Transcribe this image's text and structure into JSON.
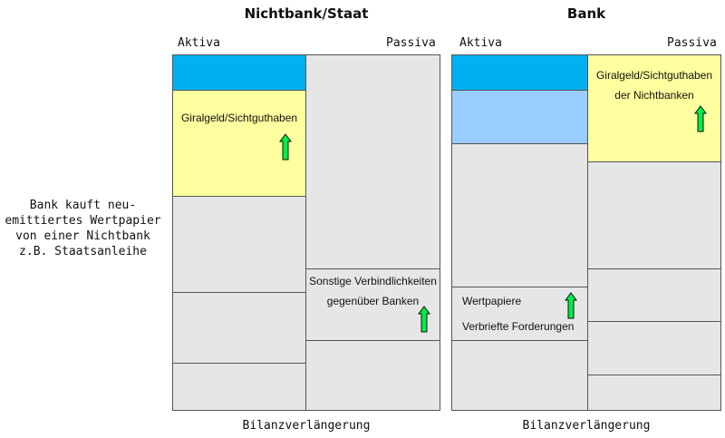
{
  "left": {
    "title": "Nichtbank/Staat",
    "aktiva_label": "Aktiva",
    "passiva_label": "Passiva",
    "giralgeld": "Giralgeld/Sichtguthaben",
    "verbindlichkeiten": [
      "Sonstige Verbindlichkeiten",
      "gegenüber Banken"
    ],
    "footer": "Bilanzverlängerung"
  },
  "right": {
    "title": "Bank",
    "aktiva_label": "Aktiva",
    "passiva_label": "Passiva",
    "giralgeld": [
      "Giralgeld/Sichtguthaben",
      "der Nichtbanken"
    ],
    "wertpapiere": "Wertpapiere",
    "forderungen": "Verbriefte Forderungen",
    "footer": "Bilanzverlängerung"
  },
  "side_text": [
    "Bank kauft neu-",
    "emittiertes Wertpapier",
    "von einer Nichtbank",
    "z.B. Staatsanleihe"
  ],
  "colors": {
    "blue": "#00b0f0",
    "light_blue": "#99ccff",
    "yellow": "#ffff9f",
    "grey": "#e6e6e6",
    "arrow_green": "#00ee44"
  }
}
